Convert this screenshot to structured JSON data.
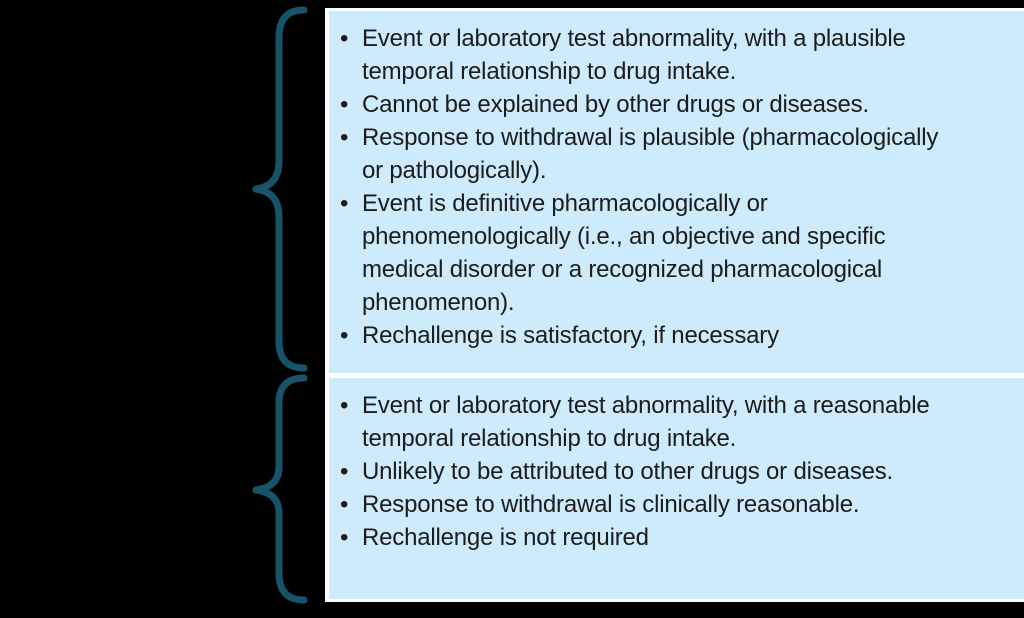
{
  "colors": {
    "background": "#000000",
    "box_fill": "#CDEBFA",
    "box_border": "#FFFFFF",
    "text": "#1C1C1C",
    "brace": "#175469"
  },
  "bullet_char": "•",
  "boxes": [
    {
      "name": "top-criteria-box",
      "bullets": [
        "Event or laboratory test abnormality, with a plausible temporal relationship to drug intake.",
        "Cannot be explained by other drugs or diseases.",
        "Response to withdrawal is plausible (pharmacologically or pathologically).",
        "Event is definitive pharmacologically or phenomenologically (i.e., an objective and specific medical disorder or a recognized pharmacological phenomenon).",
        "Rechallenge is satisfactory, if necessary"
      ]
    },
    {
      "name": "bottom-criteria-box",
      "bullets": [
        "Event or laboratory test abnormality, with a reasonable temporal relationship to drug intake.",
        "Unlikely to be attributed to other drugs or diseases.",
        "Response to withdrawal is clinically reasonable.",
        "Rechallenge is not required"
      ]
    }
  ]
}
